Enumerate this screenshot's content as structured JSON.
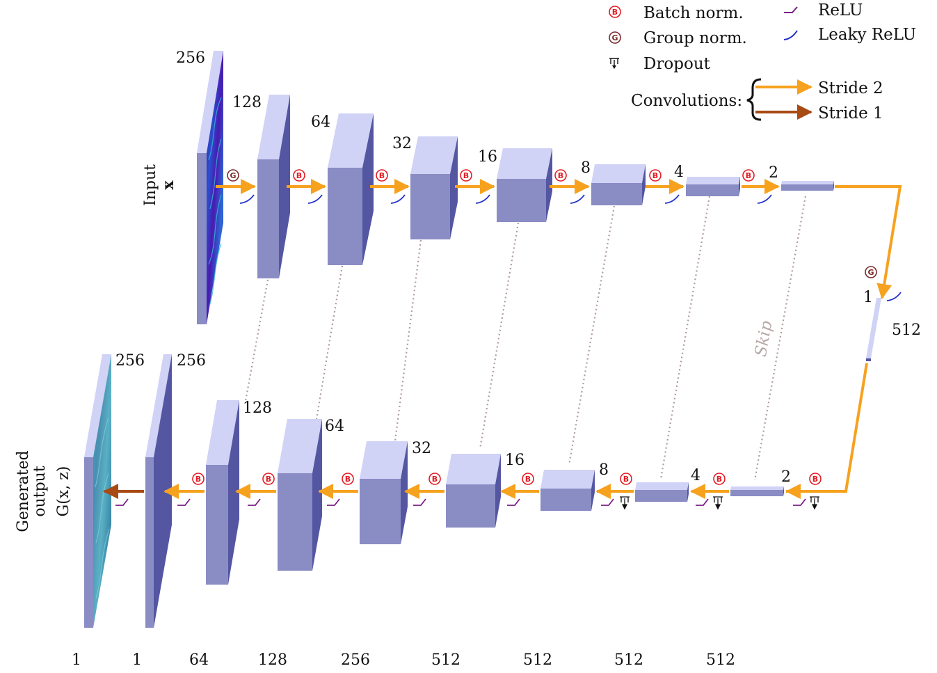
{
  "legend": {
    "batch_norm": "Batch norm.",
    "group_norm": "Group norm.",
    "dropout": "Dropout",
    "relu": "ReLU",
    "leaky_relu": "Leaky ReLU",
    "convolutions": "Convolutions:",
    "stride2": "Stride 2",
    "stride1": "Stride 1",
    "badge_b": "B",
    "badge_g": "G"
  },
  "input": {
    "label": "Input",
    "var": "x"
  },
  "output": {
    "line1": "Generated",
    "line2": "output",
    "line3": "G(x, z)"
  },
  "skip_label": "Skip",
  "encoder_sizes": [
    "256",
    "128",
    "64",
    "32",
    "16",
    "8",
    "4",
    "2"
  ],
  "bottleneck": {
    "size": "1",
    "channels": "512"
  },
  "decoder_sizes": [
    "2",
    "4",
    "8",
    "16",
    "32",
    "64",
    "128",
    "256",
    "256"
  ],
  "channels_bottom": [
    "1",
    "1",
    "64",
    "128",
    "256",
    "512",
    "512",
    "512",
    "512"
  ],
  "colors": {
    "block_front": "#8a8cc4",
    "block_top": "#d0d2f6",
    "block_side": "#5456a2",
    "stride2_arrow": "#f6a21f",
    "stride1_arrow": "#a84a14",
    "skip_line": "#b09b9b",
    "batch_badge": "#e31b23",
    "group_badge": "#7a2a2a",
    "relu": "#7a1f86",
    "leaky_relu": "#2230c8"
  }
}
